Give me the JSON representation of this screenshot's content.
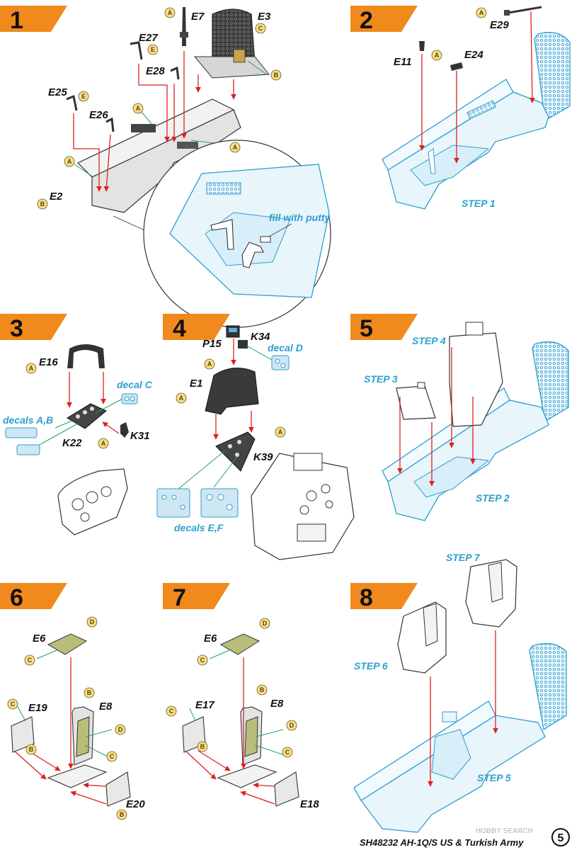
{
  "steps": [
    {
      "number": "1",
      "parts": [
        "E7",
        "E3",
        "E27",
        "E28",
        "E25",
        "E26",
        "E2"
      ],
      "colors": [
        "A",
        "C",
        "E",
        "B",
        "E",
        "A",
        "A",
        "A",
        "B"
      ],
      "notes": [
        "fill with putty"
      ]
    },
    {
      "number": "2",
      "parts": [
        "E29",
        "E11",
        "E24"
      ],
      "colors": [
        "A",
        "A"
      ],
      "refs": [
        "STEP 1"
      ]
    },
    {
      "number": "3",
      "parts": [
        "E16",
        "K22",
        "K31"
      ],
      "colors": [
        "A",
        "A"
      ],
      "decals": [
        "decal C",
        "decals A,B"
      ]
    },
    {
      "number": "4",
      "parts": [
        "P15",
        "K34",
        "E1",
        "K39"
      ],
      "colors": [
        "A",
        "A",
        "A"
      ],
      "decals": [
        "decal D",
        "decals E,F"
      ]
    },
    {
      "number": "5",
      "refs": [
        "STEP 4",
        "STEP 3",
        "STEP 2"
      ]
    },
    {
      "number": "6",
      "parts": [
        "E6",
        "E19",
        "E8",
        "E20"
      ],
      "colors": [
        "D",
        "C",
        "B",
        "C",
        "D",
        "C",
        "B",
        "B"
      ]
    },
    {
      "number": "7",
      "parts": [
        "E6",
        "E17",
        "E8",
        "E18"
      ],
      "colors": [
        "D",
        "C",
        "B",
        "C",
        "D",
        "B",
        "C"
      ]
    },
    {
      "number": "8",
      "refs": [
        "STEP 7",
        "STEP 6",
        "STEP 5"
      ]
    }
  ],
  "footer": {
    "product": "SH48232 AH-1Q/S US & Turkish Army",
    "page": "5"
  },
  "watermark": "HOBBY SEARCH",
  "colors": {
    "accent": "#f08a1c",
    "cyan": "#2c9fcf",
    "callout": "#f5df8a",
    "arrow": "#e02020",
    "leader": "#20a070"
  }
}
